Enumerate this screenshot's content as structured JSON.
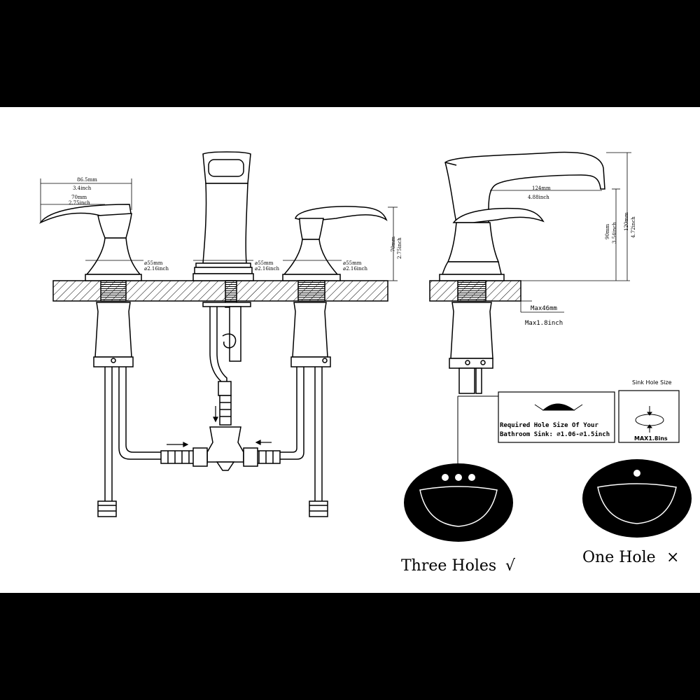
{
  "front_view": {
    "left_handle_width_mm": "86.5mm",
    "left_handle_width_in": "3.4inch",
    "left_base_width_mm": "70mm",
    "left_base_width_in": "2.75inch",
    "left_escutcheon_mm": "⌀55mm",
    "left_escutcheon_in": "⌀2.16inch",
    "spout_escutcheon_mm": "⌀55mm",
    "spout_escutcheon_in": "⌀2.16inch",
    "right_escutcheon_mm": "⌀55mm",
    "right_escutcheon_in": "⌀2.16inch",
    "right_height_mm": "70mm",
    "right_height_in": "2.75inch"
  },
  "side_view": {
    "spout_reach_mm": "124mm",
    "spout_reach_in": "4.88inch",
    "spout_height_mm": "90mm",
    "spout_height_in": "3.54inch",
    "total_height_mm": "120mm",
    "total_height_in": "4.72inch",
    "deck_thickness_mm": "Max46mm",
    "deck_thickness_in": "Max1.8inch"
  },
  "hole_info": {
    "required_line1": "Required Hole Size Of Your",
    "required_line2": "Bathroom Sink: ⌀1.06-⌀1.5inch",
    "sink_hole_title": "Sink Hole Size",
    "sink_hole_max": "MAX1.8ins"
  },
  "sinks": {
    "three_holes_label": "Three Holes",
    "three_holes_mark": "√",
    "one_hole_label": "One Hole",
    "one_hole_mark": "×"
  },
  "colors": {
    "background": "#000000",
    "paper": "#ffffff",
    "ink": "#000000"
  }
}
